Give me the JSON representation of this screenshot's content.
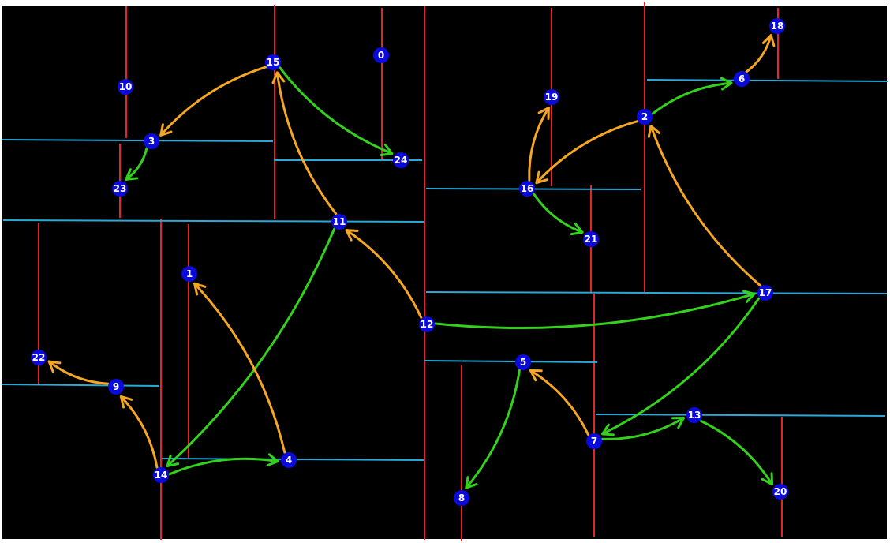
{
  "colors": {
    "background": "#000000",
    "border": "#ffffff",
    "vertical_line": "#e8222b",
    "horizontal_line": "#2aa8d6",
    "arrow_orange": "#f5a623",
    "arrow_green": "#33d11c",
    "node_fill": "#0a0adf",
    "node_text": "#ffffff"
  },
  "nodes": [
    {
      "id": "0",
      "label": "0"
    },
    {
      "id": "1",
      "label": "1"
    },
    {
      "id": "2",
      "label": "2"
    },
    {
      "id": "3",
      "label": "3"
    },
    {
      "id": "4",
      "label": "4"
    },
    {
      "id": "5",
      "label": "5"
    },
    {
      "id": "6",
      "label": "6"
    },
    {
      "id": "7",
      "label": "7"
    },
    {
      "id": "8",
      "label": "8"
    },
    {
      "id": "9",
      "label": "9"
    },
    {
      "id": "10",
      "label": "10"
    },
    {
      "id": "11",
      "label": "11"
    },
    {
      "id": "12",
      "label": "12"
    },
    {
      "id": "13",
      "label": "13"
    },
    {
      "id": "14",
      "label": "14"
    },
    {
      "id": "15",
      "label": "15"
    },
    {
      "id": "16",
      "label": "16"
    },
    {
      "id": "17",
      "label": "17"
    },
    {
      "id": "18",
      "label": "18"
    },
    {
      "id": "19",
      "label": "19"
    },
    {
      "id": "20",
      "label": "20"
    },
    {
      "id": "21",
      "label": "21"
    },
    {
      "id": "22",
      "label": "22"
    },
    {
      "id": "23",
      "label": "23"
    },
    {
      "id": "24",
      "label": "24"
    }
  ],
  "edges": [
    {
      "from": "15",
      "to": "3",
      "color": "orange"
    },
    {
      "from": "3",
      "to": "23",
      "color": "green"
    },
    {
      "from": "15",
      "to": "24",
      "color": "green"
    },
    {
      "from": "11",
      "to": "15",
      "color": "orange"
    },
    {
      "from": "12",
      "to": "11",
      "color": "orange"
    },
    {
      "from": "11",
      "to": "14",
      "color": "green"
    },
    {
      "from": "4",
      "to": "1",
      "color": "orange"
    },
    {
      "from": "14",
      "to": "4",
      "color": "green"
    },
    {
      "from": "14",
      "to": "9",
      "color": "orange"
    },
    {
      "from": "9",
      "to": "22",
      "color": "orange"
    },
    {
      "from": "12",
      "to": "17",
      "color": "green"
    },
    {
      "from": "17",
      "to": "2",
      "color": "orange"
    },
    {
      "from": "2",
      "to": "16",
      "color": "orange"
    },
    {
      "from": "16",
      "to": "19",
      "color": "orange"
    },
    {
      "from": "16",
      "to": "21",
      "color": "green"
    },
    {
      "from": "2",
      "to": "6",
      "color": "green"
    },
    {
      "from": "6",
      "to": "18",
      "color": "orange"
    },
    {
      "from": "17",
      "to": "7",
      "color": "green"
    },
    {
      "from": "7",
      "to": "5",
      "color": "orange"
    },
    {
      "from": "5",
      "to": "8",
      "color": "green"
    },
    {
      "from": "7",
      "to": "13",
      "color": "green"
    },
    {
      "from": "13",
      "to": "20",
      "color": "green"
    }
  ]
}
